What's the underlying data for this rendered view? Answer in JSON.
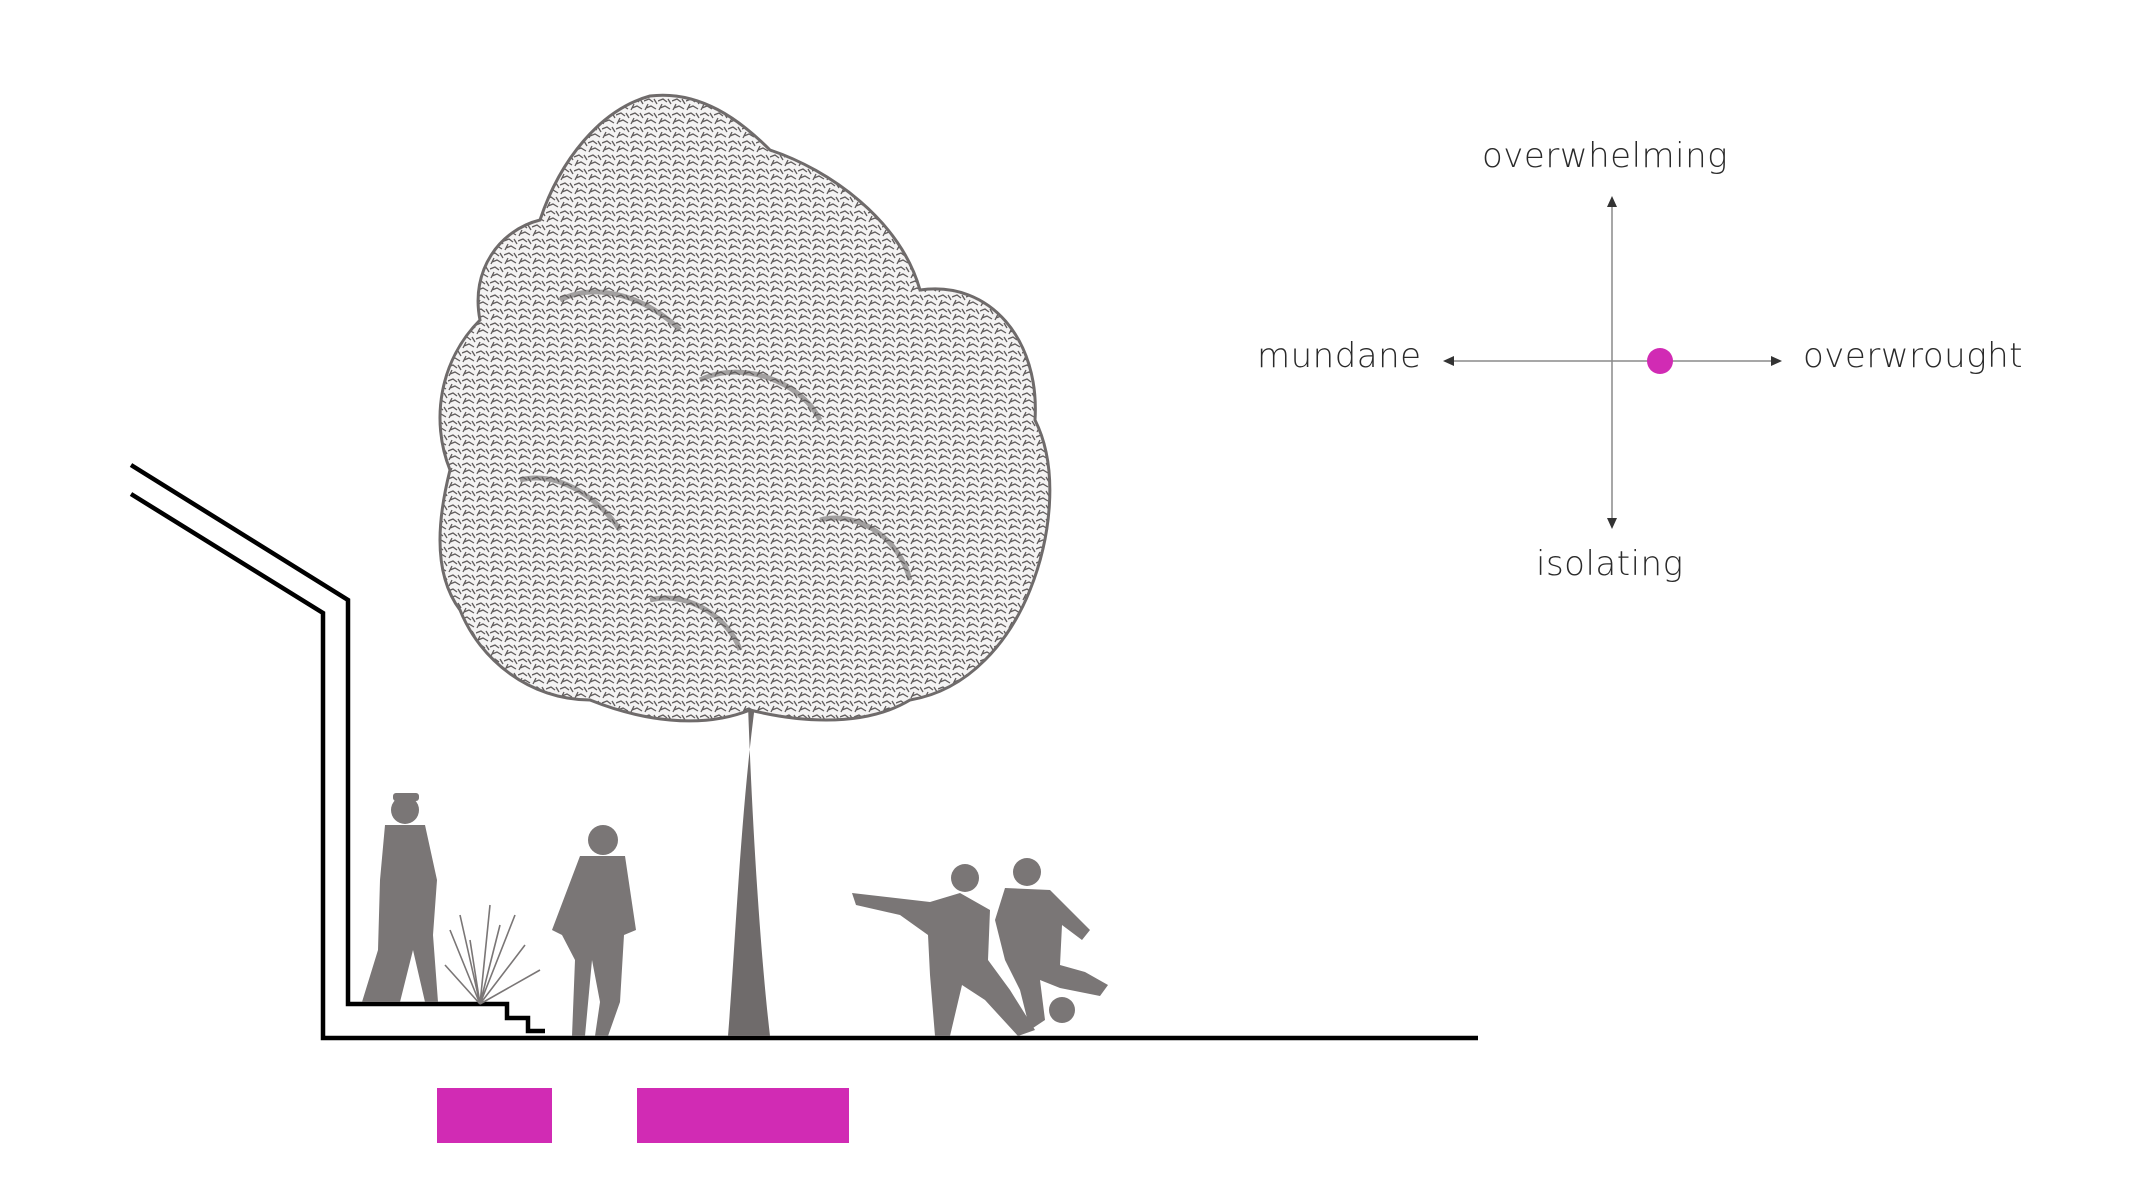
{
  "colors": {
    "accent": "#d12bb4",
    "silhouette": "#7a7676",
    "tree_foliage": "#6f6b6b",
    "line": "#000000",
    "axis": "#8a8a8a"
  },
  "axis_labels": {
    "top": "overwhelming",
    "left": "mundane",
    "right": "overwrought",
    "bottom": "isolating"
  },
  "rating": {
    "horizontal": 0.3,
    "vertical": 0.0
  },
  "icons": [
    "tree-icon",
    "shrub-icon",
    "person-icon",
    "soccer-players-icon"
  ]
}
